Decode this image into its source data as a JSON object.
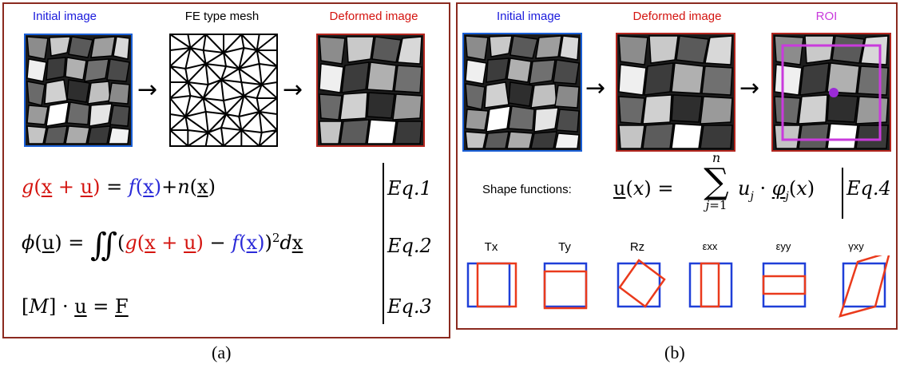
{
  "panel_a": {
    "labels": {
      "initial": "Initial image",
      "mesh": "FE type mesh",
      "deformed": "Deformed image"
    },
    "equations": [
      {
        "number": "Eq.1"
      },
      {
        "number": "Eq.2"
      },
      {
        "number": "Eq.3"
      }
    ],
    "caption": "(a)"
  },
  "panel_b": {
    "labels": {
      "initial": "Initial image",
      "deformed": "Deformed image",
      "roi": "ROI"
    },
    "shape_functions_label": "Shape functions:",
    "equation_number": "Eq.4",
    "modes": [
      {
        "label": "Tx",
        "icon": "translation-x-icon"
      },
      {
        "label": "Ty",
        "icon": "translation-y-icon"
      },
      {
        "label": "Rz",
        "icon": "rotation-z-icon"
      },
      {
        "label": "εxx",
        "icon": "strain-xx-icon"
      },
      {
        "label": "εyy",
        "icon": "strain-yy-icon"
      },
      {
        "label": "γxy",
        "icon": "shear-xy-icon"
      }
    ],
    "caption": "(b)"
  },
  "colors": {
    "frame": "#8b2a1f",
    "initial": "#1a5fd6",
    "deformed": "#b3261e",
    "roi": "#c93bdc",
    "mode_ref": "#1f3fd8",
    "mode_def": "#ea3a1c"
  }
}
